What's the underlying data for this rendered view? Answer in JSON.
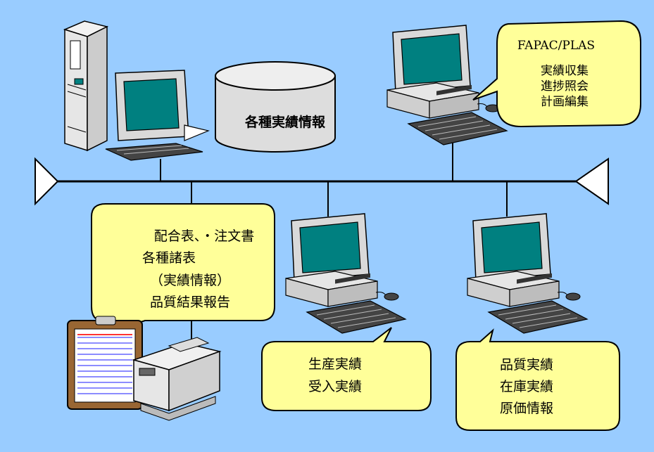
{
  "database": {
    "label": "各種実績情報"
  },
  "callouts": {
    "fapac": {
      "lines": [
        "FAPAC/PLAS",
        "実績収集",
        "進捗照会",
        "計画編集"
      ]
    },
    "documents": {
      "lines": [
        "配合表、・注文書",
        "各種諸表",
        "（実績情報）",
        "品質結果報告"
      ]
    },
    "production": {
      "lines": [
        "生産実績",
        "受入実績"
      ]
    },
    "quality": {
      "lines": [
        "品質実績",
        "在庫実績",
        "原価情報"
      ]
    }
  },
  "colors": {
    "background": "#99ccff",
    "callout_fill": "#ffff99",
    "line": "#000000",
    "screen": "#008080"
  }
}
